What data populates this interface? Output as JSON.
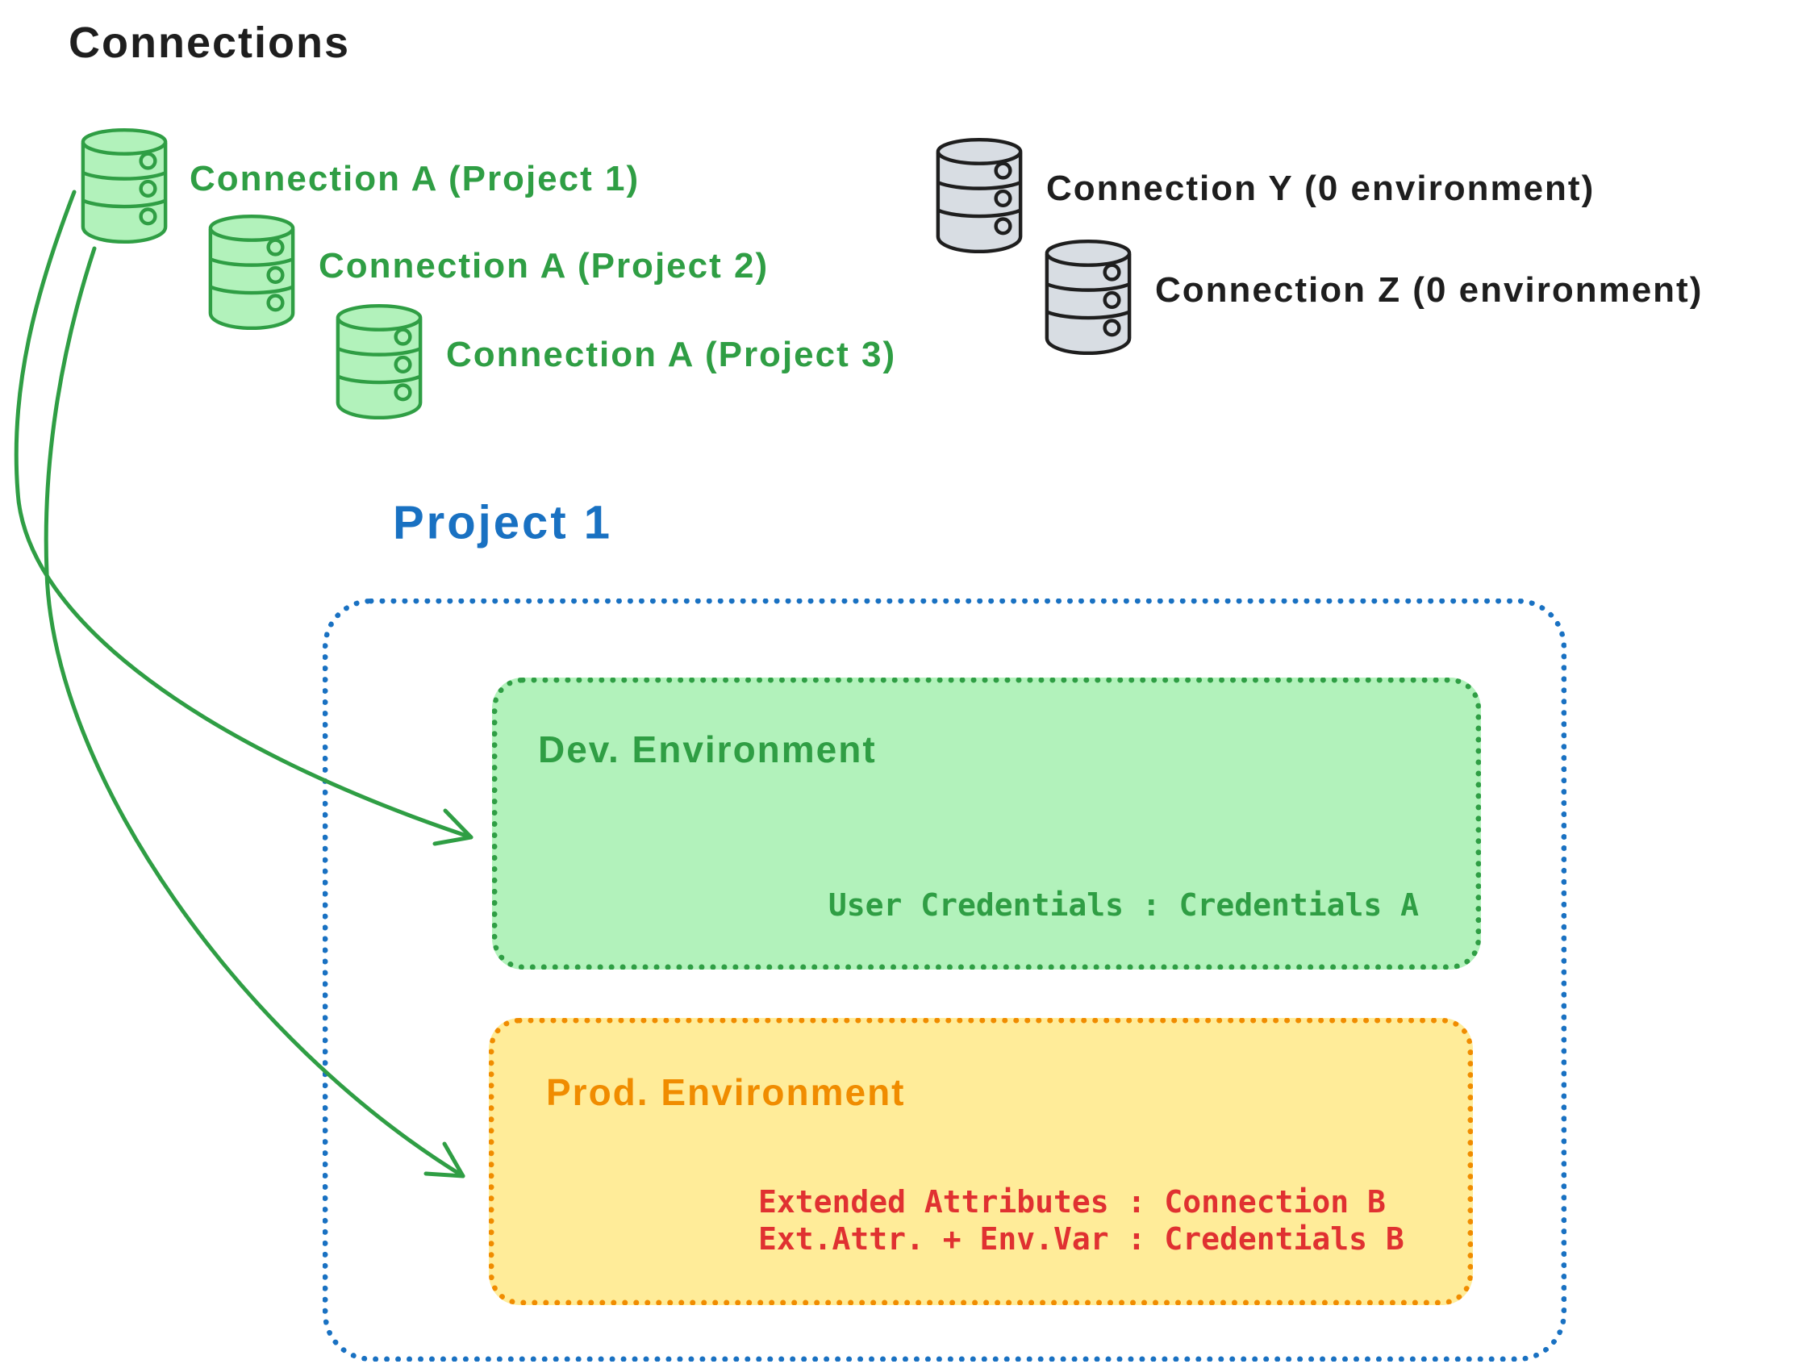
{
  "title": "Connections",
  "green_connections": [
    {
      "label": "Connection A (Project 1)"
    },
    {
      "label": "Connection A (Project 2)"
    },
    {
      "label": "Connection A (Project 3)"
    }
  ],
  "gray_connections": [
    {
      "label": "Connection Y (0 environment)"
    },
    {
      "label": "Connection Z (0 environment)"
    }
  ],
  "project": {
    "label": "Project 1",
    "dev_environment": {
      "title": "Dev. Environment",
      "credential_mapping": "User Credentials : Credentials A"
    },
    "prod_environment": {
      "title": "Prod. Environment",
      "mapping_lines": [
        "Extended Attributes : Connection B",
        "Ext.Attr. + Env.Var : Credentials B"
      ]
    }
  },
  "icons": {
    "green_database": "database-icon",
    "gray_database": "database-icon",
    "arrow": "curved-arrow"
  },
  "colors": {
    "green_stroke": "#2f9e44",
    "green_fill": "#b2f2bb",
    "gray_stroke": "#1e1e1e",
    "gray_fill": "#d8dde3",
    "black": "#1e1e1e",
    "blue": "#1971c2",
    "orange": "#f08c00",
    "yellow_fill": "#ffec99",
    "red": "#e03131"
  }
}
